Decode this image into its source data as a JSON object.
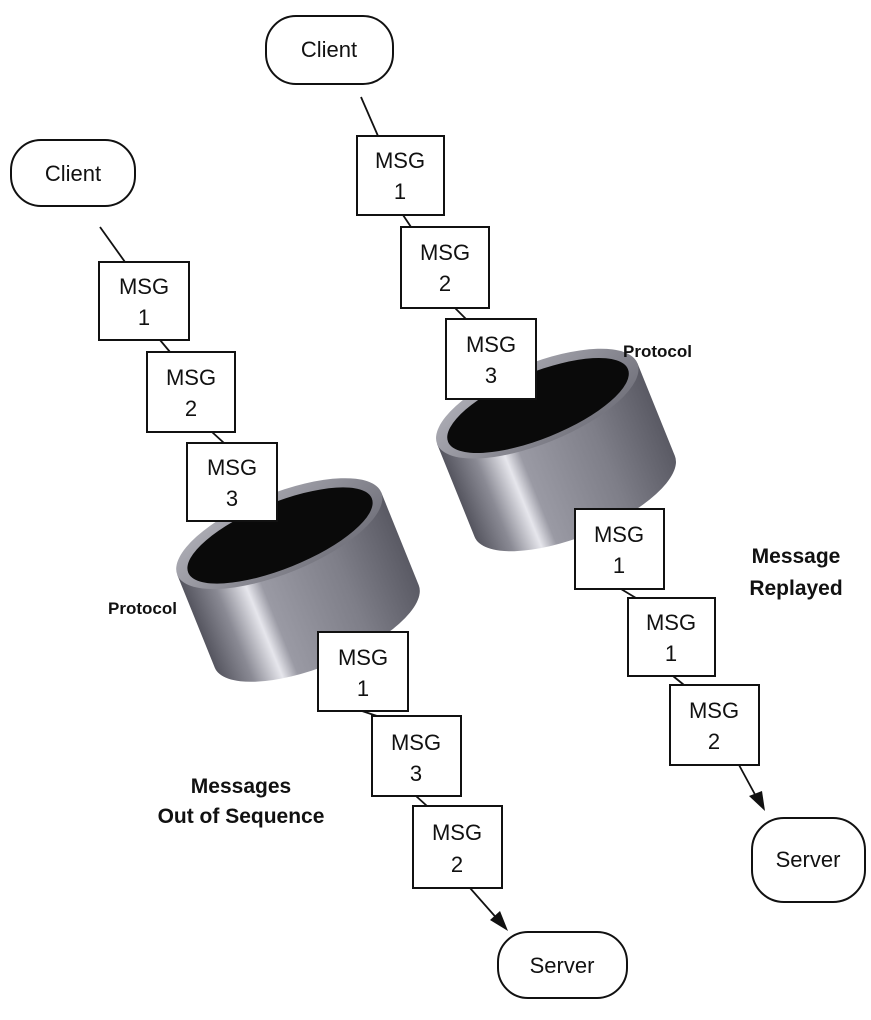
{
  "diagram": {
    "left_flow": {
      "client_label": "Client",
      "server_label": "Server",
      "protocol_label": "Protocol",
      "caption_line1": "Messages",
      "caption_line2": "Out of Sequence",
      "sent_messages": [
        {
          "line1": "MSG",
          "line2": "1"
        },
        {
          "line1": "MSG",
          "line2": "2"
        },
        {
          "line1": "MSG",
          "line2": "3"
        }
      ],
      "received_messages": [
        {
          "line1": "MSG",
          "line2": "1"
        },
        {
          "line1": "MSG",
          "line2": "3"
        },
        {
          "line1": "MSG",
          "line2": "2"
        }
      ]
    },
    "right_flow": {
      "client_label": "Client",
      "server_label": "Server",
      "protocol_label": "Protocol",
      "caption_line1": "Message",
      "caption_line2": "Replayed",
      "sent_messages": [
        {
          "line1": "MSG",
          "line2": "1"
        },
        {
          "line1": "MSG",
          "line2": "2"
        },
        {
          "line1": "MSG",
          "line2": "3"
        }
      ],
      "received_messages": [
        {
          "line1": "MSG",
          "line2": "1"
        },
        {
          "line1": "MSG",
          "line2": "1"
        },
        {
          "line1": "MSG",
          "line2": "2"
        }
      ]
    }
  }
}
